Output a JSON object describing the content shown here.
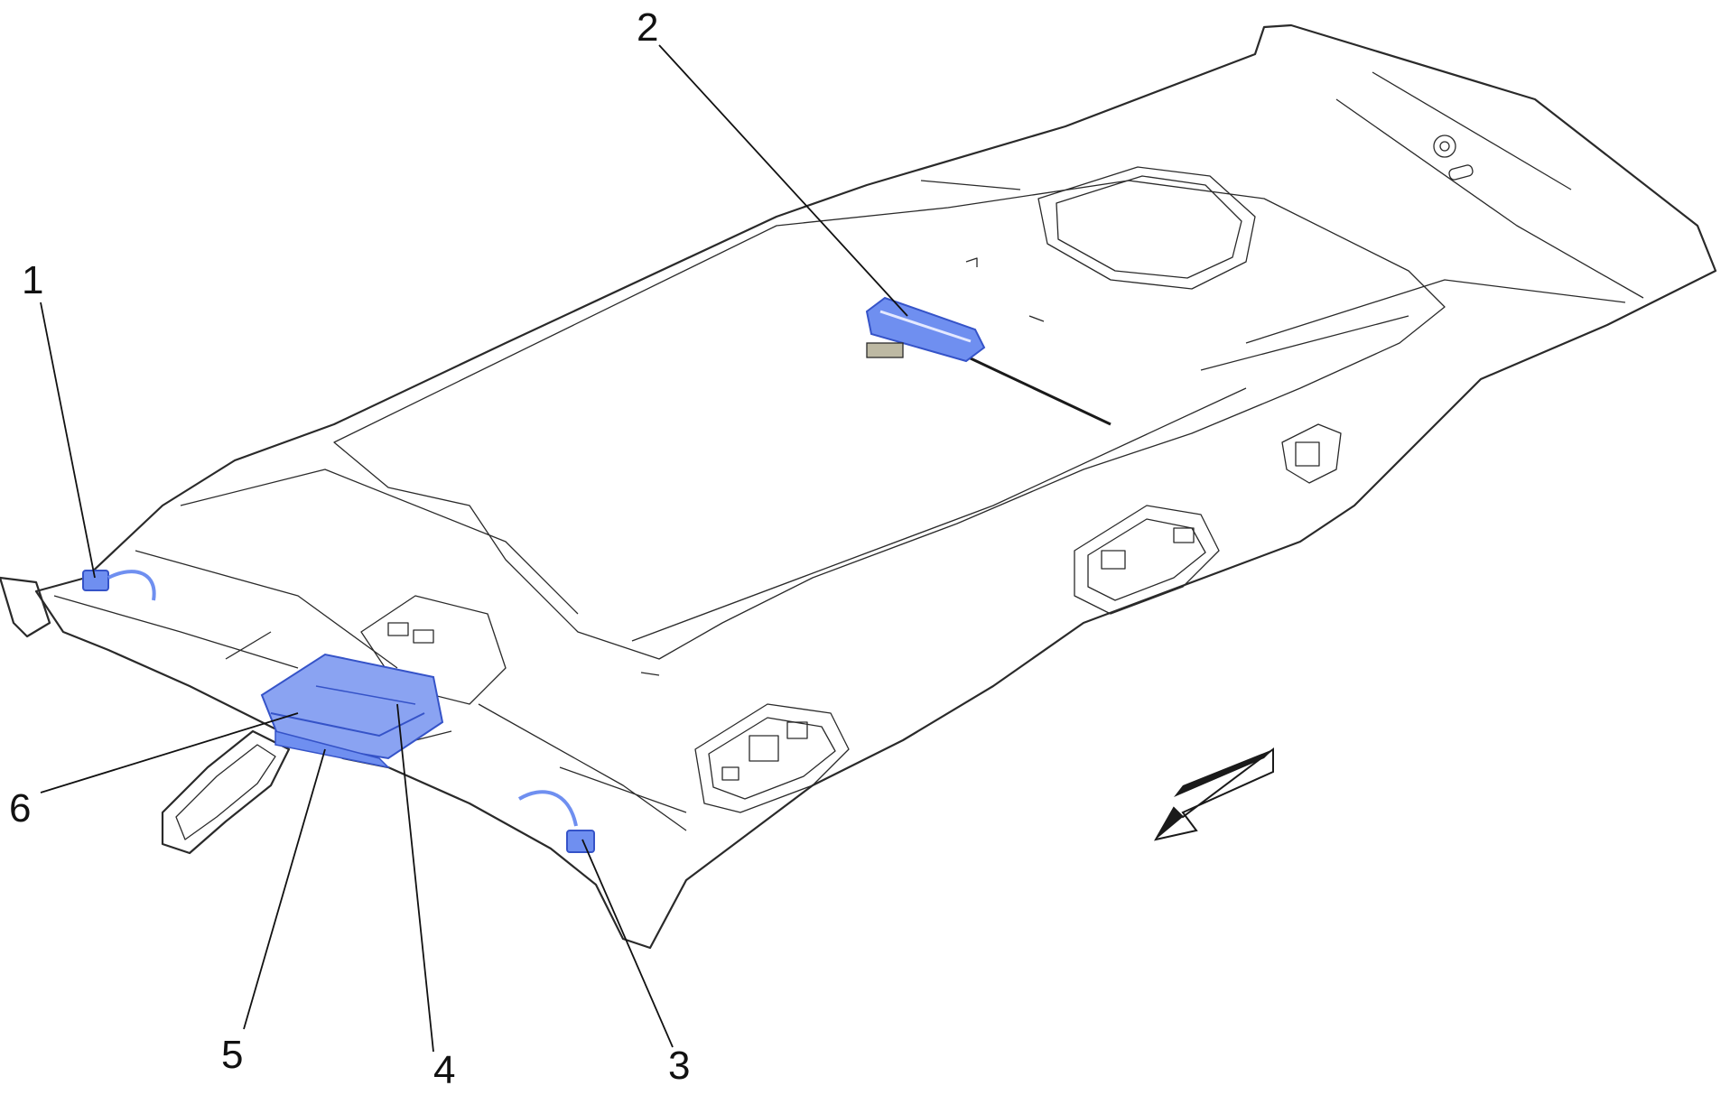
{
  "colors": {
    "headliner_fill": "#cfccb8",
    "headliner_shade": "#bdb9a3",
    "outline": "#2a2a2a",
    "highlight_blue": "#6f8ff0",
    "highlight_blue_dark": "#3553c8",
    "background": "#ffffff"
  },
  "callouts": [
    {
      "id": "1",
      "label": "1"
    },
    {
      "id": "2",
      "label": "2"
    },
    {
      "id": "3",
      "label": "3"
    },
    {
      "id": "4",
      "label": "4"
    },
    {
      "id": "5",
      "label": "5"
    },
    {
      "id": "6",
      "label": "6"
    }
  ],
  "direction_indicator": "front-arrow-icon"
}
